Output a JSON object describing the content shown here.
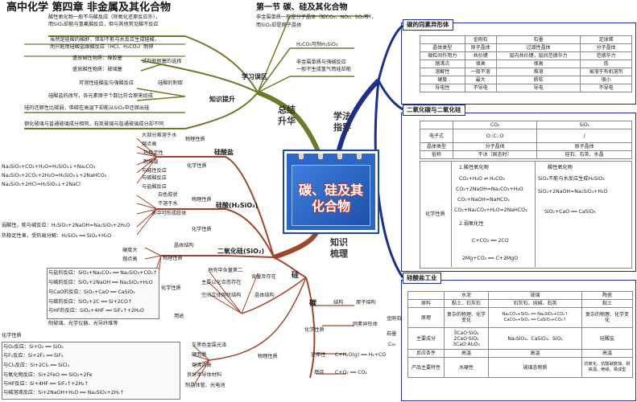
{
  "header": {
    "title": "高中化学 第四章 非金属及其化合物",
    "section": "第一节 碳、硅及其化合物"
  },
  "center": {
    "title_line1": "碳、硅及其",
    "title_line2": "化合物"
  },
  "branches": {
    "zongjie": "总结升华",
    "xuefa": "学法指导",
    "zhishi": "知识梳理",
    "xuexiwuqu": "学习误区",
    "zhishitisheng": "知识提升"
  },
  "wuqu_notes": [
    "酸性氧化物一般不与酸反应（除氧化还原反应外），",
    "而SiO₂却能与氢氟酸反应，但与其他常见酸不反应",
    "虽然是硅酸的酸酐，但却不能与水反应生成硅酸，",
    "而只能用硅酸盐跟酸反应（HCl、H₂CO₃）制得",
    "非金属单质一般是分子晶体（如CO₂、NO₂、SO₂等），",
    "而SiO₂却是原子晶体",
    "H₂CO₃可制H₂SiO₃",
    "非金属单质与强碱反应",
    "一般不生成氢气而硅却能"
  ],
  "tisheng_notes": [
    "盛放碱性物质：橡胶塞",
    "盛放酸性物质：玻璃塞",
    "试剂瓶瓶塞的选择",
    "可溶性硅酸盐与强酸反应",
    "硅酸的制取",
    "硅酸盐的改写，各元素原子个数比符合原来组成",
    "硅的还原性比碳弱，但碳在高温下却能从SiO₂中还原出硅",
    "钢化玻璃与普通玻璃成分相同，石英玻璃与普通玻璃成分却不同",
    "知识提升"
  ],
  "left_tree": {
    "guisuanyan": "硅酸盐",
    "guisuan": "硅酸(H₂SiO₃)",
    "eryanghuagui": "二氧化硅(SiO₂)",
    "gui": "硅",
    "tan": "碳",
    "wulixingzhi": "物理性质",
    "huaxuexingzhi": "化学性质",
    "yongtu": "用途",
    "gsy_items": [
      "大部分难溶于水",
      "熔点高",
      "热稳定性",
      "耐高温",
      "与碱性反应",
      "与碳酸反应",
      "与盐酸反应"
    ],
    "gsy_eq": [
      "Na₂SiO₃+CO₂+H₂O=H₂SiO₃↓+Na₂CO₃",
      "Na₂SiO₃+2CO₂+2H₂O=H₂SiO₃↓+2NaHCO₃",
      "Na₂SiO₃+2HCl=H₂SiO₃↓+2NaCl"
    ],
    "gs_items": [
      "白色胶状",
      "不溶于水",
      "水中可形成胶体"
    ],
    "gs_eq": [
      "弱酸性，能与碱反应：H₂SiO₃+2NaOH=Na₂SiO₃+2H₂O",
      "热稳定性差，受热易分解：H₂SiO₃ ══ SiO₂+H₂O"
    ],
    "sio2_items": [
      "晶体结构",
      "硬度大",
      "熔点高"
    ],
    "sio2_eq": [
      "与盐的反应：SiO₂+Na₂CO₃ ══ Na₂SiO₃+CO₂↑",
      "与碱的反应：SiO₂+2NaOH ══ Na₂SiO₃+H₂O",
      "与CaO的反应：SiO₂+CaO ══ CaSiO₃",
      "与碳的反应：SiO₂+2C ══ Si+2CO↑",
      "与HF的反应：SiO₂+4HF ══ SiF₄↑+2H₂O",
      "制玻璃、光学仪器、光导纤维等"
    ],
    "gui_items": [
      "地壳中含量第二",
      "主要以化合态存在",
      "空间立体网状结构",
      "含量及存在",
      "晶体结构"
    ],
    "gui_chem": [
      "与O₂反应：Si+O₂ ══ SiO₂",
      "与F₂反应：Si+2F₂ ══ SiF₄",
      "与Cl₂反应：Si+2Cl₂ ══ SiCl₄",
      "与氧化物反应：Si+2FeO ══ SiO₂+2Fe",
      "与HF反应：Si+4HF ══ SiF₄↑+2H₂↑",
      "与碱溶液反应：Si+2NaOH+H₂O ══ Na₂SiO₃+2H₂↑"
    ],
    "gui_phys": [
      "灰黑色金属光泽",
      "硬而脆",
      "熔沸点高",
      "良好半导体材料",
      "制晶体管、光电池"
    ],
    "tan_items": [
      "结构",
      "原子结构",
      "同素异形体",
      "金刚石",
      "石墨",
      "C₆₀",
      "化学性质",
      "还原性",
      "燃烧"
    ],
    "tan_eq": [
      "C+H₂O(g) ══ H₂+CO",
      "C+O₂ ══ CO₂"
    ]
  },
  "box_allotrope": {
    "label": "碳的同素异形体",
    "headers": [
      "",
      "金刚石",
      "石墨",
      "足球烯"
    ],
    "rows": [
      [
        "晶体类型",
        "原子晶体",
        "过渡性晶体",
        "分子晶体"
      ],
      [
        "微粒间作用力",
        "共价键",
        "层内共价键，层间范德华力",
        "范德华力"
      ],
      [
        "熔沸点",
        "很高",
        "很高",
        "低"
      ],
      [
        "溶解性",
        "一般不溶",
        "难溶",
        "易溶于有机溶剂"
      ],
      [
        "硬度",
        "最大",
        "质软",
        "很小"
      ],
      [
        "导电性",
        "不导电",
        "导电",
        "不导电"
      ]
    ]
  },
  "box_oxides": {
    "label": "二氧化碳与二氧化硅",
    "headers": [
      "",
      "CO₂",
      "SiO₂"
    ],
    "rows": [
      [
        "电子式",
        "O::C::O",
        "/"
      ],
      [
        "晶体类型",
        "分子晶体",
        "原子晶体"
      ],
      [
        "俗称",
        "干冰（固态时）",
        "硅石、石英、水晶"
      ]
    ],
    "chem_label": "化学性质",
    "co2_chem": [
      "1.酸性氧化物",
      "CO₂+H₂O ⇌ H₂CO₃",
      "CO₂+2NaOH=Na₂CO₃+H₂O",
      "CO₂+NaOH=NaHCO₃",
      "CO₂+Na₂CO₃+H₂O=2NaHCO₃",
      "2.弱氧化性",
      "C+CO₂ ══ 2CO",
      "2Mg+CO₂ ══ C+2MgO"
    ],
    "sio2_chem": [
      "酸性氧化物",
      "SiO₂不能与水反应生成H₂SiO₃",
      "SiO₂+2NaOH=Na₂SiO₃+H₂O",
      "SiO₂+CaO ══ CaSiO₃"
    ]
  },
  "box_silicate": {
    "label": "硅酸盐工业",
    "headers": [
      "",
      "水泥",
      "玻璃",
      "陶瓷"
    ],
    "rows": [
      [
        "原料",
        "黏土、石灰石",
        "石灰石、纯碱、石英",
        "黏土"
      ],
      [
        "原理",
        "复杂的物理、化学变化",
        "Na₂CO₃+SiO₂ ══ Na₂SiO₃+CO₂↑  CaCO₃+SiO₂ ══ CaSiO₃+CO₂↑",
        "复杂的物理、化学变化"
      ],
      [
        "主要成分",
        "3CaO·SiO₂ 2CaO·SiO₂ 3CaO·Al₂O₃",
        "Na₂SiO₃、CaSiO₃、SiO₂",
        "硅酸盐"
      ],
      [
        "反应条件",
        "高温",
        "高温",
        "高温"
      ],
      [
        "产品主要特性",
        "水硬性",
        "玻璃态物质",
        "抗氧化、抗酸碱腐蚀、耐高温、绝缘、易成型"
      ]
    ]
  },
  "colors": {
    "olive": "#6b7b2a",
    "navy": "#1e2e8c",
    "brown": "#a0462c",
    "center_blue": "#2b66c9",
    "title_red": "#c0392b"
  }
}
